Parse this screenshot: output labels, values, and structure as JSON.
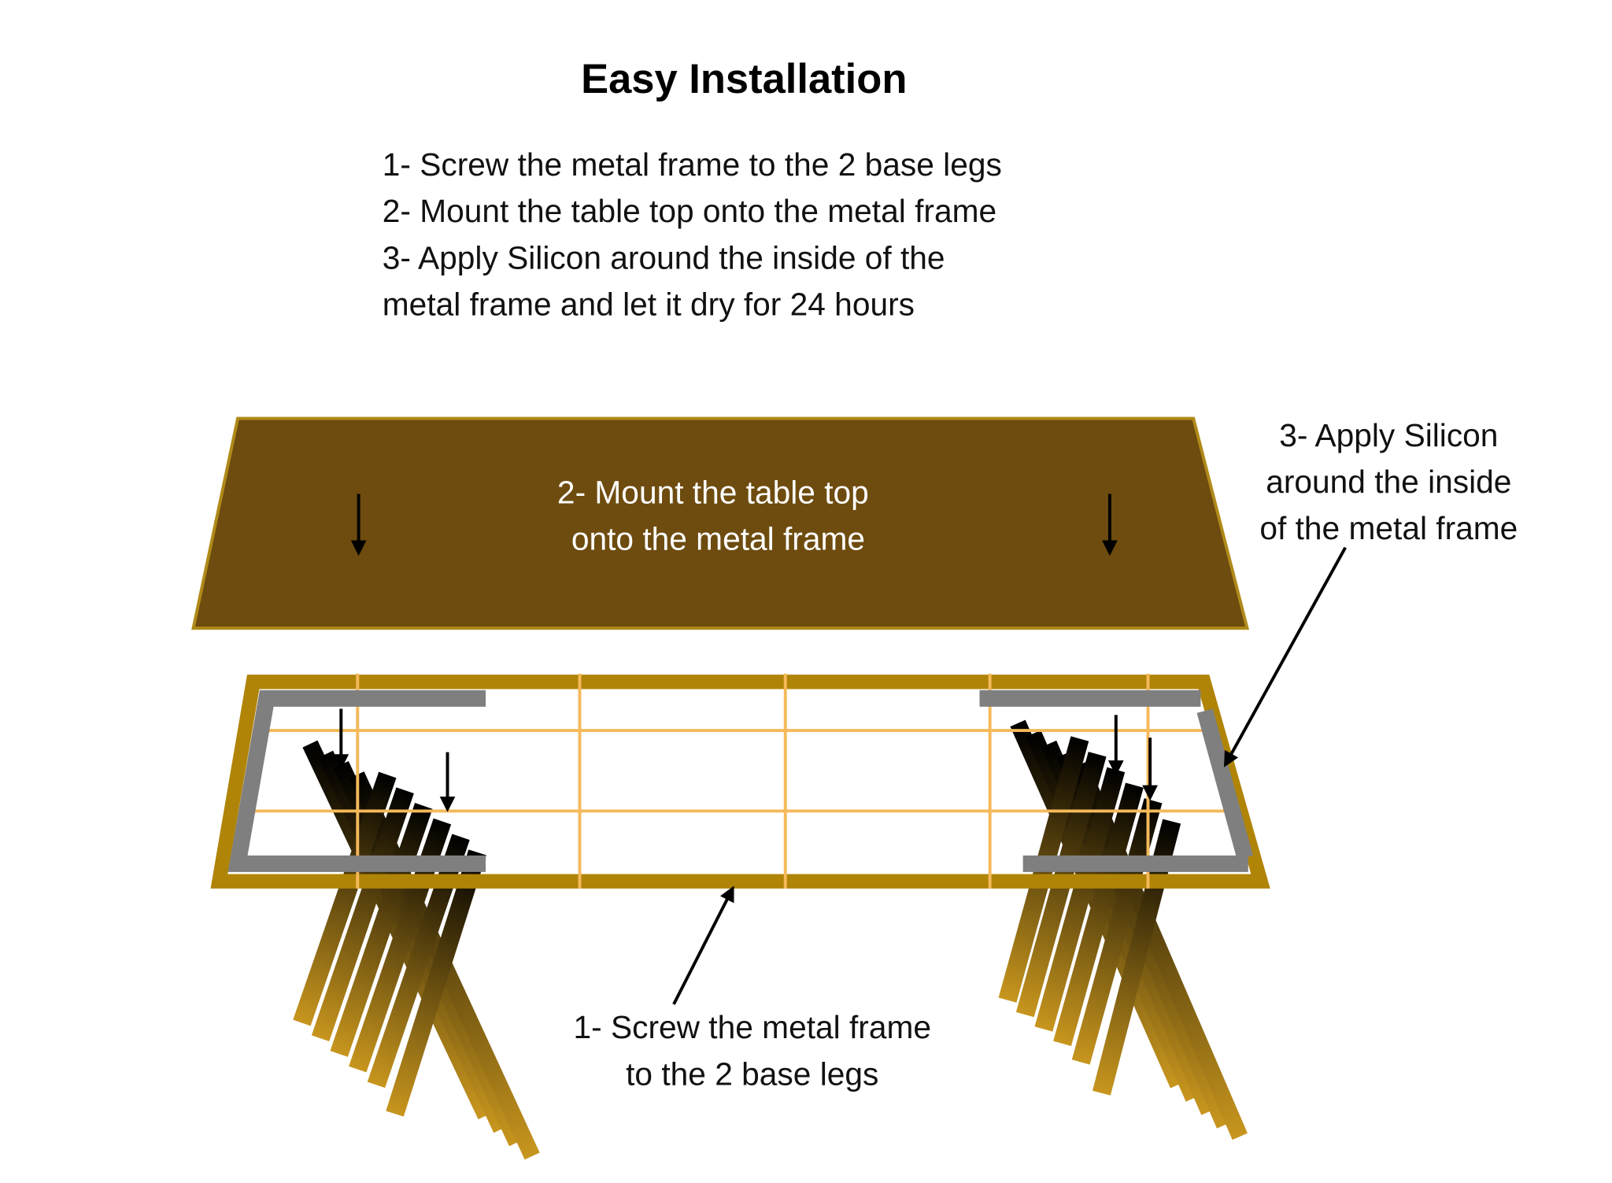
{
  "title": "Easy Installation",
  "instructions": [
    "1- Screw the metal frame to the 2 base legs",
    "2- Mount the table top onto the metal frame",
    "3- Apply Silicon around the inside of the",
    "metal frame and let it dry for 24 hours"
  ],
  "callouts": {
    "tabletop": [
      "2- Mount the table top",
      "onto the metal frame"
    ],
    "silicon": [
      "3- Apply Silicon",
      "around the inside",
      "of the metal frame"
    ],
    "legs": [
      "1- Screw the metal frame",
      "to the 2 base legs"
    ]
  },
  "colors": {
    "tabletop": "#6e4c0f",
    "frame": "#b08407",
    "grid": "#f5b95a",
    "bracket": "#7f7f7f",
    "leg_light": "#c8961e"
  }
}
